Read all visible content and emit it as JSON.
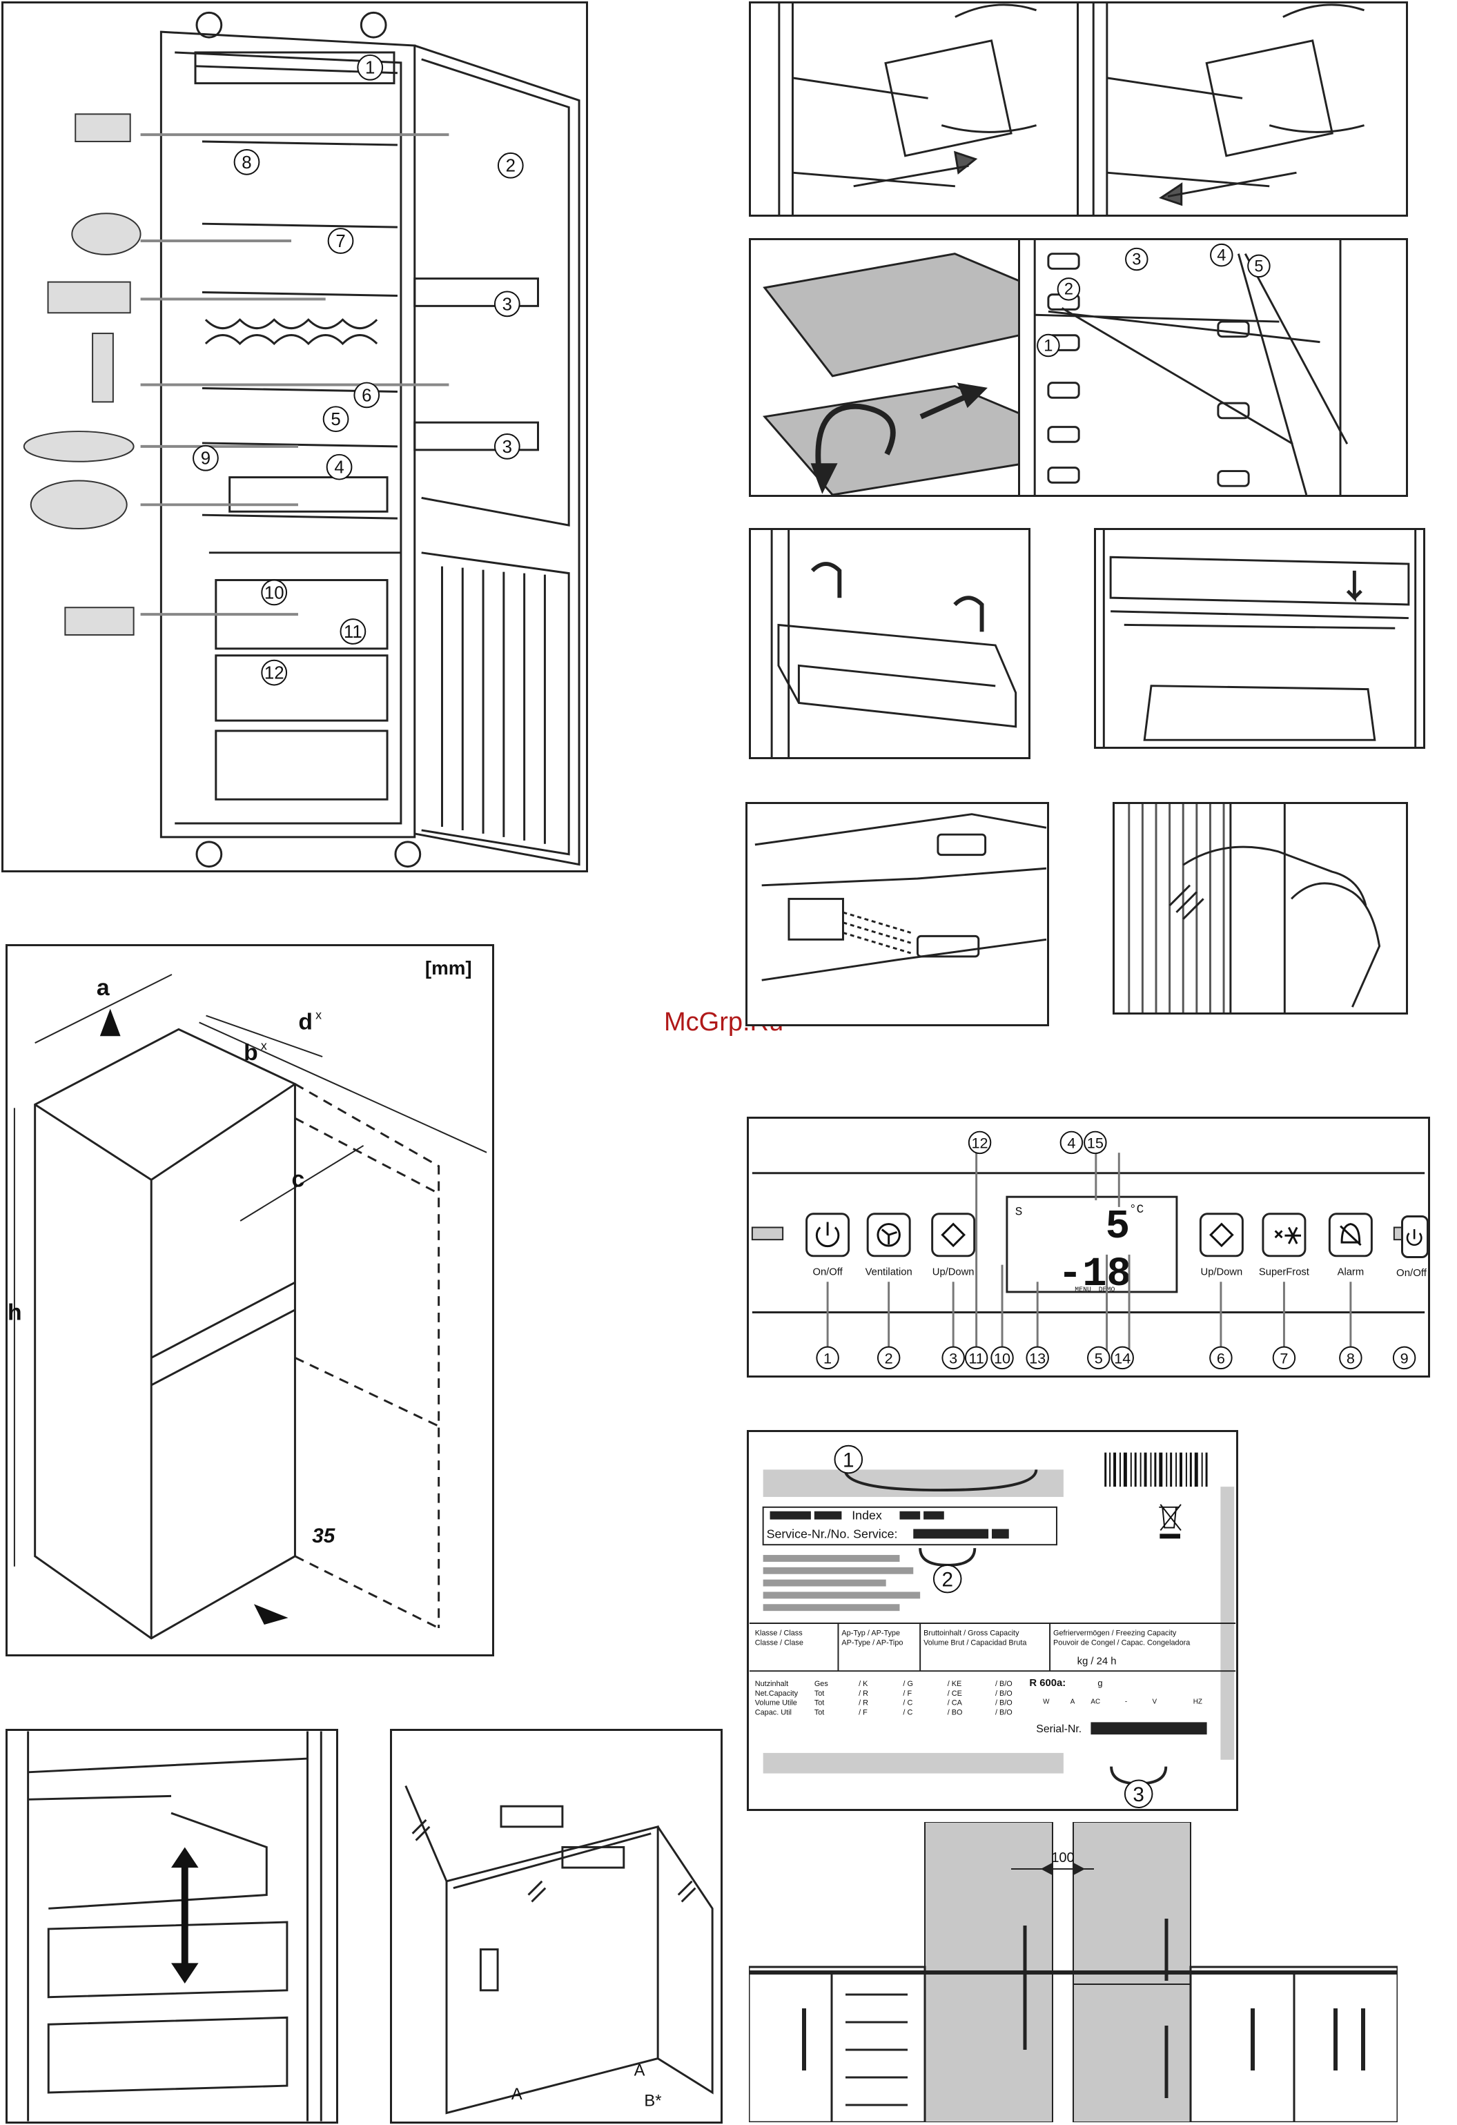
{
  "watermark": "McGrp.Ru",
  "fridge_overview": {
    "callouts": [
      "1",
      "2",
      "3",
      "3",
      "4",
      "5",
      "6",
      "7",
      "8",
      "9",
      "10",
      "11",
      "12"
    ]
  },
  "dimensions": {
    "unit": "[mm]",
    "labels": {
      "a": "a",
      "b": "b",
      "bx": "x",
      "c": "c",
      "d": "d",
      "dx": "x",
      "h": "h",
      "gap": "35"
    }
  },
  "shelf_removal": {
    "callouts": [
      "1",
      "2",
      "3",
      "4",
      "5"
    ]
  },
  "control_panel": {
    "display_upper": "5",
    "display_lower": "-18",
    "unit": "°C",
    "sub_labels": [
      "MENU",
      "DEMO"
    ],
    "s_label": "S",
    "buttons": [
      {
        "label": "On/Off",
        "icon": "power-icon"
      },
      {
        "label": "Ventilation",
        "icon": "fan-icon"
      },
      {
        "label": "Up/Down",
        "icon": "up-down-icon"
      },
      {
        "label": "Up/Down",
        "icon": "up-down-icon"
      },
      {
        "label": "SuperFrost",
        "icon": "superfrost-icon"
      },
      {
        "label": "Alarm",
        "icon": "alarm-icon"
      },
      {
        "label": "On/Off",
        "icon": "power-icon"
      }
    ],
    "top_callouts": [
      "12",
      "4",
      "15"
    ],
    "bottom_callouts": [
      "1",
      "2",
      "3",
      "11",
      "10",
      "13",
      "5",
      "14",
      "6",
      "7",
      "8",
      "9"
    ]
  },
  "rating_plate": {
    "callouts": [
      "1",
      "2",
      "3"
    ],
    "index": "Index",
    "service": "Service-Nr./No. Service:",
    "col_heads": [
      [
        "Klasse / Class",
        "Classe / Clase"
      ],
      [
        "Ap-Typ / AP-Type",
        "AP-Type / AP-Tipo"
      ],
      [
        "Bruttoinhalt / Gross Capacity",
        "Volume Brut / Capacidad Bruta"
      ],
      [
        "Gefriervermögen / Freezing Capacity",
        "Pouvoir de Congel / Capac. Congeladora"
      ]
    ],
    "kg24": "kg / 24 h",
    "capacity_rows": [
      [
        "Nutzinhalt",
        "Ges",
        "/ K",
        "/ G",
        "/ KE",
        "/ B/O"
      ],
      [
        "Net.Capacity",
        "Tot",
        "/ R",
        "/ F",
        "/ CE",
        "/ B/O"
      ],
      [
        "Volume Utile",
        "Tot",
        "/ R",
        "/ C",
        "/ CA",
        "/ B/O"
      ],
      [
        "Capac. Util",
        "Tot",
        "/ F",
        "/ C",
        "/ BO",
        "/ B/O"
      ]
    ],
    "refrigerant": "R 600a:",
    "refrigerant_unit": "g",
    "elec": [
      "W",
      "A",
      "AC",
      "-",
      "V",
      "HZ"
    ],
    "serial": "Serial-Nr."
  },
  "installation": {
    "gap": "100"
  },
  "door_panel": {
    "labels": [
      "A",
      "A",
      "B*"
    ]
  }
}
